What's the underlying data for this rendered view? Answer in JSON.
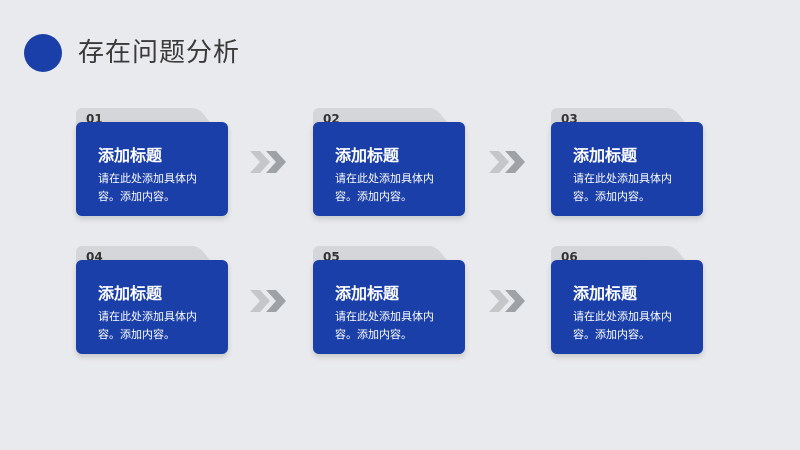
{
  "slide": {
    "title": "存在问题分析",
    "accent_color": "#1a3fa8",
    "background_color": "#e9eaed"
  },
  "cards": [
    {
      "num": "01",
      "heading": "添加标题",
      "desc": "请在此处添加具体内容。添加内容。"
    },
    {
      "num": "02",
      "heading": "添加标题",
      "desc": "请在此处添加具体内容。添加内容。"
    },
    {
      "num": "03",
      "heading": "添加标题",
      "desc": "请在此处添加具体内容。添加内容。"
    },
    {
      "num": "04",
      "heading": "添加标题",
      "desc": "请在此处添加具体内容。添加内容。"
    },
    {
      "num": "05",
      "heading": "添加标题",
      "desc": "请在此处添加具体内容。添加内容。"
    },
    {
      "num": "06",
      "heading": "添加标题",
      "desc": "请在此处添加具体内容。添加内容。"
    }
  ],
  "arrows": [
    {
      "icon": "double-chevron-right-icon"
    },
    {
      "icon": "double-chevron-right-icon"
    },
    {
      "icon": "double-chevron-right-icon"
    },
    {
      "icon": "double-chevron-right-icon"
    }
  ]
}
